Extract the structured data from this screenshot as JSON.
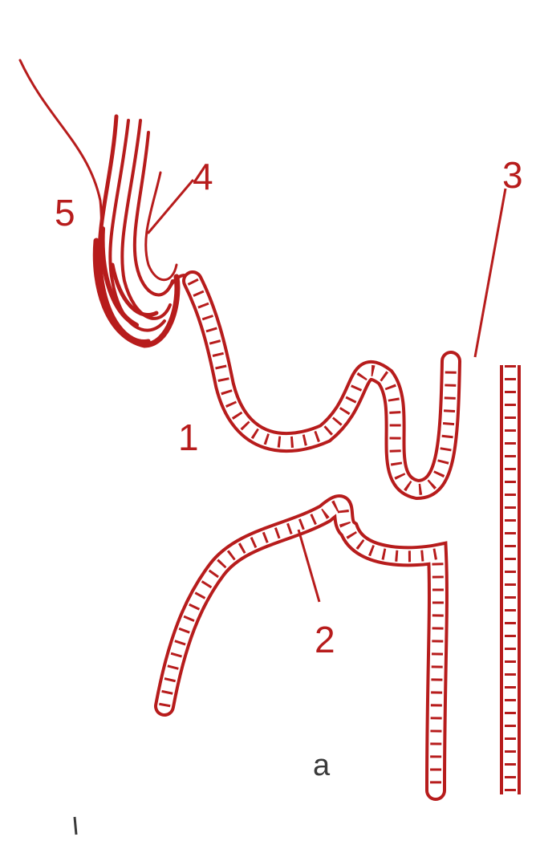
{
  "diagram": {
    "colors": {
      "ink": "#b71c1c",
      "ink_dark": "#8e1a1a",
      "cell_fill": "#ffffff",
      "label_gray": "#3a3a3a"
    },
    "labels": {
      "l1": "1",
      "l2": "2",
      "l3": "3",
      "l4": "4",
      "l5": "5",
      "panel": "a"
    }
  }
}
